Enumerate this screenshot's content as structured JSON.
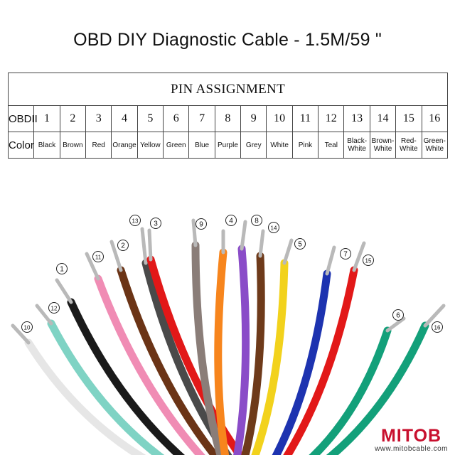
{
  "title": "OBD DIY Diagnostic Cable - 1.5M/59 \"",
  "table": {
    "header": "PIN ASSIGNMENT",
    "row_labels": {
      "pins": "OBDII",
      "colors": "Color"
    },
    "pins": [
      {
        "pin": "1",
        "color": "Black"
      },
      {
        "pin": "2",
        "color": "Brown"
      },
      {
        "pin": "3",
        "color": "Red"
      },
      {
        "pin": "4",
        "color": "Orange"
      },
      {
        "pin": "5",
        "color": "Yellow"
      },
      {
        "pin": "6",
        "color": "Green"
      },
      {
        "pin": "7",
        "color": "Blue"
      },
      {
        "pin": "8",
        "color": "Purple"
      },
      {
        "pin": "9",
        "color": "Grey"
      },
      {
        "pin": "10",
        "color": "White"
      },
      {
        "pin": "11",
        "color": "Pink"
      },
      {
        "pin": "12",
        "color": "Teal"
      },
      {
        "pin": "13",
        "color": "Black-White"
      },
      {
        "pin": "14",
        "color": "Brown-White"
      },
      {
        "pin": "15",
        "color": "Red-White"
      },
      {
        "pin": "16",
        "color": "Green-White"
      }
    ]
  },
  "wires": [
    {
      "label": "10",
      "hex": "#e6e6e6"
    },
    {
      "label": "12",
      "hex": "#7fd3c4"
    },
    {
      "label": "1",
      "hex": "#1a1a1a"
    },
    {
      "label": "11",
      "hex": "#f08cb4"
    },
    {
      "label": "2",
      "hex": "#6b3416"
    },
    {
      "label": "13",
      "hex": "#4a4a4a"
    },
    {
      "label": "3",
      "hex": "#e21818"
    },
    {
      "label": "9",
      "hex": "#8a7d78"
    },
    {
      "label": "4",
      "hex": "#f7851d"
    },
    {
      "label": "8",
      "hex": "#8a4cc8"
    },
    {
      "label": "14",
      "hex": "#6e3a1a"
    },
    {
      "label": "5",
      "hex": "#f2d21c"
    },
    {
      "label": "7",
      "hex": "#1d33b0"
    },
    {
      "label": "15",
      "hex": "#e21818"
    },
    {
      "label": "6",
      "hex": "#13a07a"
    },
    {
      "label": "16",
      "hex": "#13a07a"
    }
  ],
  "brand": {
    "logo": "MITOB",
    "url": "www.mitobcable.com"
  }
}
